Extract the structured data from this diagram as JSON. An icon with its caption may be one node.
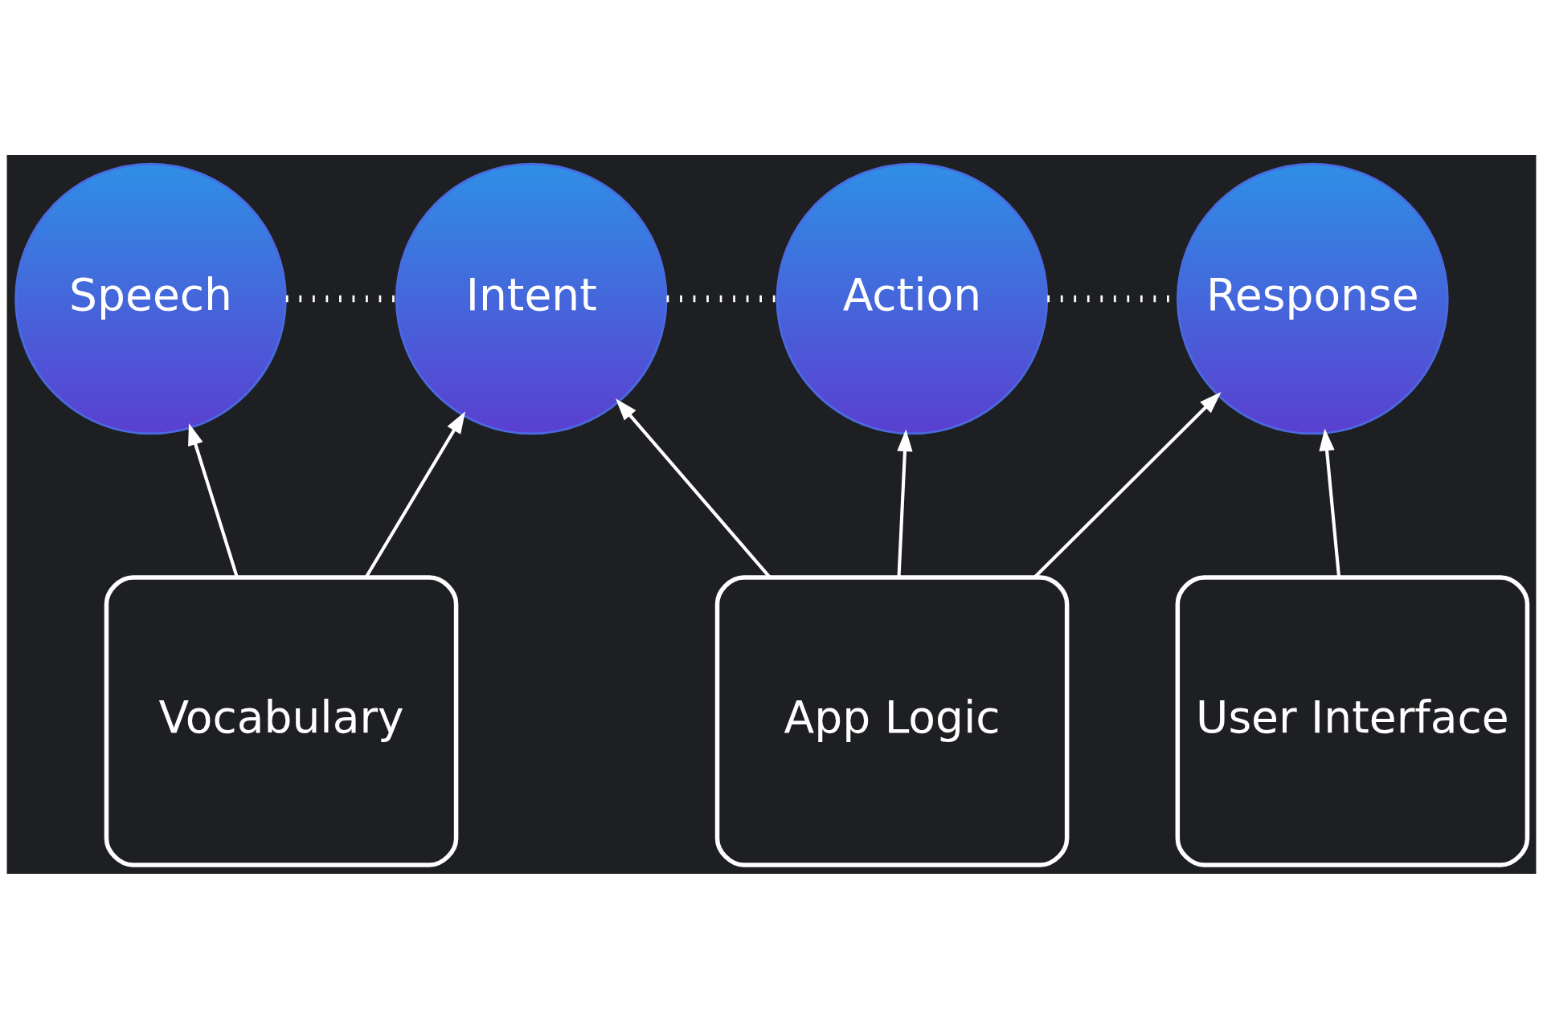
{
  "diagram": {
    "nodes": [
      {
        "text": [
          "Speech"
        ]
      },
      {
        "text": [
          "Intent"
        ]
      },
      {
        "text": [
          "Action"
        ]
      },
      {
        "text": [
          "Response"
        ]
      },
      {
        "text": [
          "Vocabulary"
        ]
      },
      {
        "text": [
          "App Logic"
        ]
      },
      {
        "text": [
          "User Interface"
        ]
      }
    ],
    "edges": [
      {
        "from": 0,
        "to": 1,
        "arrow": "none",
        "style": "dashed"
      },
      {
        "from": 1,
        "to": 2,
        "arrow": "none",
        "style": "dashed"
      },
      {
        "from": 2,
        "to": 3,
        "arrow": "none",
        "style": "dashed"
      },
      {
        "from": 4,
        "to": 0,
        "arrow": "to"
      },
      {
        "from": 4,
        "to": 1,
        "arrow": "to"
      },
      {
        "from": 5,
        "to": 1,
        "arrow": "to"
      },
      {
        "from": 5,
        "to": 2,
        "arrow": "to"
      },
      {
        "from": 5,
        "to": 3,
        "arrow": "to"
      },
      {
        "from": 6,
        "to": 3,
        "arrow": "to"
      }
    ]
  }
}
